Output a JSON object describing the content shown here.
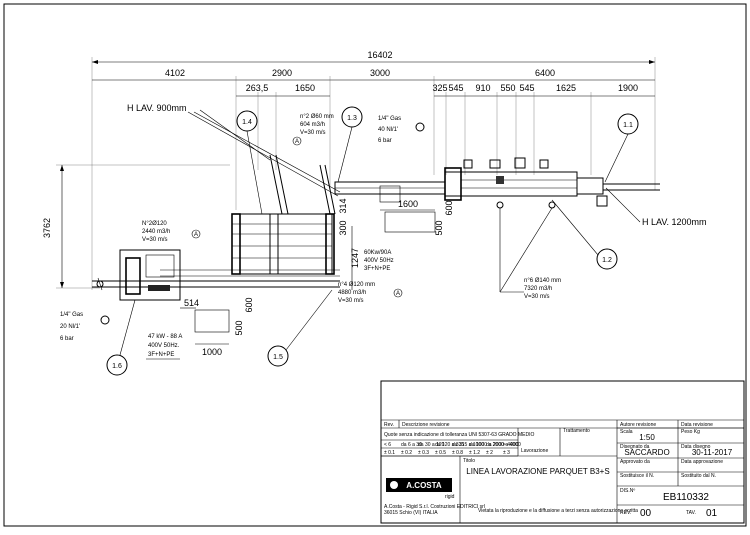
{
  "dimensions": {
    "total": "16402",
    "seg_a": "4102",
    "seg_b": "2900",
    "seg_c": "3000",
    "seg_d": "6400",
    "sub_2635": "263,5",
    "sub_1650": "1650",
    "sub_325": "325",
    "sub_545a": "545",
    "sub_910": "910",
    "sub_550": "550",
    "sub_545b": "545",
    "sub_1625": "1625",
    "sub_1900": "1900",
    "v_3762": "3762",
    "v_1247": "1247",
    "v_300": "300",
    "v_314": "314",
    "v_1600": "1600",
    "v_500a": "500",
    "v_600a": "600",
    "v_514": "514",
    "v_500b": "500",
    "v_600b": "600",
    "v_1000": "1000"
  },
  "labels": {
    "h_lav_900": "H  LAV. 900mm",
    "h_lav_1200": "H  LAV. 1200mm",
    "gas_top_1": "1/4\" Gas",
    "gas_top_2": "40 Nl/1'",
    "gas_top_3": "6 bar",
    "gas_left_1": "1/4\" Gas",
    "gas_left_2": "20 Nl/1'",
    "gas_left_3": "6 bar",
    "air_top_1": "n°2 Ø60 mm",
    "air_top_2": "604 m3/h",
    "air_top_3": "V=30 m/s",
    "air_left_1": "N°2Ø120",
    "air_left_2": "2440 m3/h",
    "air_left_3": "V=30 m/s",
    "air_mid_1": "n°4 Ø120 mm",
    "air_mid_2": "4880 m3/h",
    "air_mid_3": "V=30 m/s",
    "air_right_1": "n°6 Ø140 mm",
    "air_right_2": "7320 m3/h",
    "air_right_3": "V=30 m/s",
    "elec_mid_1": "60Kw/90A",
    "elec_mid_2": "400V  50Hz",
    "elec_mid_3": "3F+N+PE",
    "elec_left_1": "47 kW - 88 A",
    "elec_left_2": "400V   50Hz.",
    "elec_left_3": "3F+N+PE",
    "marker_a": "A"
  },
  "bubbles": [
    "1.1",
    "1.2",
    "1.3",
    "1.4",
    "1.5",
    "1.6"
  ],
  "title_block": {
    "rev_header": "Rev.",
    "desc_header": "Descrizione revisione",
    "tolerance_note": "Quote senza indicazione di tolleranza UNI 5307-63 GRADO MEDIO",
    "tol_ranges": [
      "< 6",
      "da 6 a 30",
      "da 30 a 120",
      "da 120 a 315",
      "da 315 a 1000",
      "da 1000 a 2000",
      "da 2000 a 4000",
      "> 4000"
    ],
    "tol_values": [
      "± 0.1",
      "± 0.2",
      "± 0.3",
      "± 0.5",
      "± 0.8",
      "± 1.2",
      "± 2",
      "± 3"
    ],
    "lavorazione": "Lavorazione",
    "trattamento": "Trattamento",
    "titolo_label": "Titolo",
    "title": "LINEA LAVORAZIONE PARQUET B3+S",
    "autore_label": "Autore revisione",
    "data_rev_label": "Data revisione",
    "scala_label": "Scala",
    "scala": "1:50",
    "peso_label": "Peso Kg",
    "disegnato_label": "Disegnato da",
    "disegnato": "SACCARDO",
    "data_disegno_label": "Data disegno",
    "data_disegno": "30-11-2017",
    "approvato_label": "Approvato da",
    "data_approv_label": "Data approvazione",
    "sostituisce_label": "Sostituisce il N.",
    "sostituito_label": "Sostituito dal N.",
    "disegno_label": "DIS.Nº",
    "disegno": "EB110332",
    "rev_label": "REV.",
    "rev": "00",
    "tav_label": "TAV.",
    "tav": "01",
    "logo": "A.COSTA",
    "logo_sub": "rigid",
    "company_1": "A.Costa - Rigid S.r.l. Costruzioni EDITRICI srl",
    "company_2": "36015 Schio (VI) ITALIA",
    "footer_note": "Vietata la riproduzione e la diffusione a terzi senza autorizzazione scritta"
  }
}
